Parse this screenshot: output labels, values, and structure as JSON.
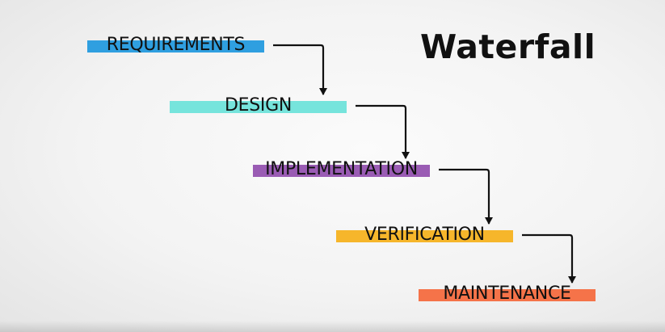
{
  "title": "Waterfall",
  "steps": [
    {
      "label": "REQUIREMENTS",
      "color": "#2f9fe0"
    },
    {
      "label": "DESIGN",
      "color": "#76e4dc"
    },
    {
      "label": "IMPLEMENTATION",
      "color": "#9a5cb4"
    },
    {
      "label": "VERIFICATION",
      "color": "#f6b62b"
    },
    {
      "label": "MAINTENANCE",
      "color": "#f57349"
    }
  ],
  "arrow_color": "#111111"
}
